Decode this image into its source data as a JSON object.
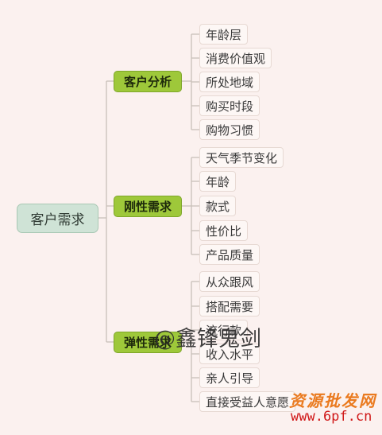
{
  "colors": {
    "background": "#fbf1ef",
    "root_fill": "#cfe3d6",
    "branch_fill": "#9ec83a",
    "leaf_fill": "#fdf7f5",
    "line": "#c9c0b8"
  },
  "root": {
    "label": "客户需求"
  },
  "branches": [
    {
      "label": "客户分析",
      "leaves": [
        "年龄层",
        "消费价值观",
        "所处地域",
        "购买时段",
        "购物习惯"
      ]
    },
    {
      "label": "刚性需求",
      "leaves": [
        "天气季节变化",
        "年龄",
        "款式",
        "性价比",
        "产品质量"
      ]
    },
    {
      "label": "弹性需求",
      "leaves": [
        "从众跟风",
        "搭配需要",
        "流行款",
        "收入水平",
        "亲人引导",
        "直接受益人意愿"
      ]
    }
  ],
  "watermark": {
    "text": "@鑫锋鬼剑"
  },
  "logo": {
    "name": "资源批发网",
    "url": "www.6pf.cn"
  }
}
